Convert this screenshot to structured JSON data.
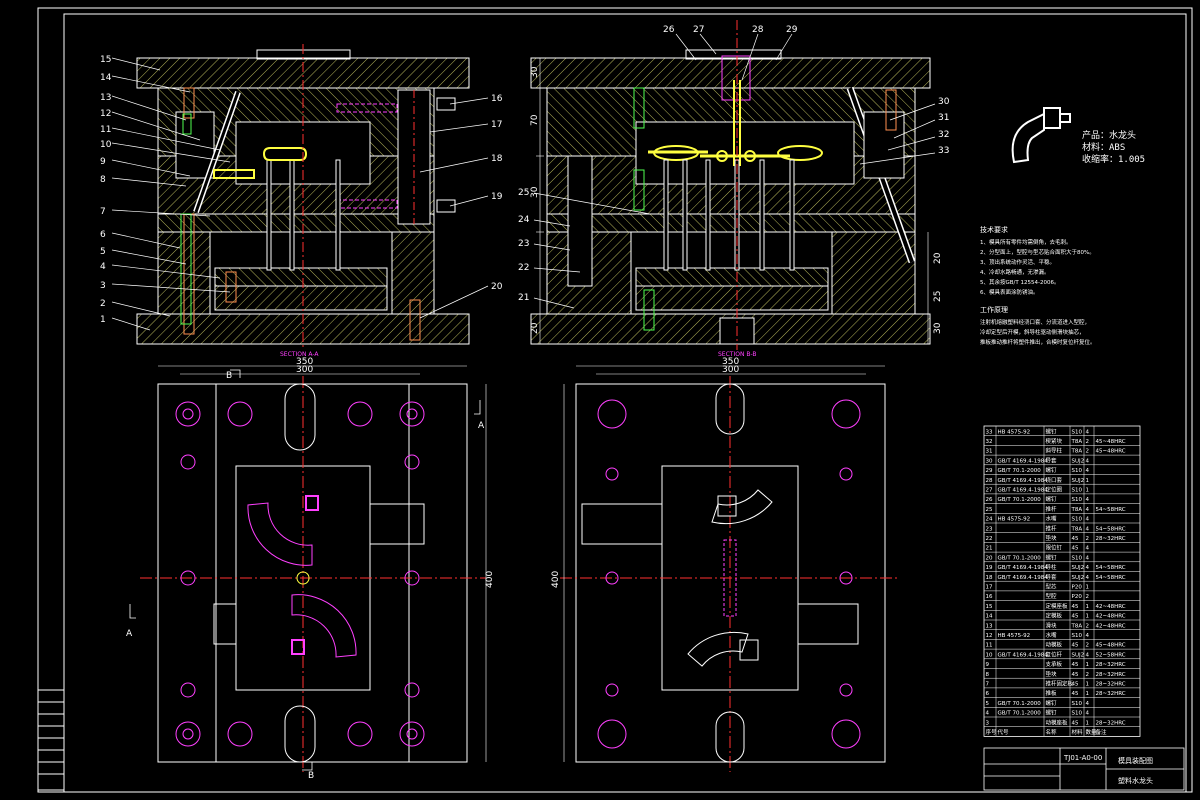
{
  "drawing": {
    "section_a_title": "SECTION A-A",
    "section_b_title": "SECTION B-B",
    "part_labels_left": [
      "15",
      "14",
      "13",
      "12",
      "11",
      "10",
      "9",
      "8",
      "7",
      "6",
      "5",
      "4",
      "3",
      "2",
      "1"
    ],
    "part_labels_mid": [
      "16",
      "17",
      "18",
      "19",
      "20"
    ],
    "part_labels_b_top": [
      "26",
      "27",
      "28",
      "29"
    ],
    "part_labels_b_right": [
      "30",
      "31",
      "32",
      "33"
    ],
    "part_labels_b_left": [
      "25",
      "24",
      "23",
      "22",
      "21"
    ],
    "dims_b_left": [
      "30",
      "70",
      "30",
      "20"
    ],
    "dims_b_right": [
      "20",
      "25",
      "30"
    ],
    "plan_dim_outer": "350",
    "plan_dim_inner": "300",
    "plan_dim_height": "400",
    "section_marks": [
      "A",
      "A",
      "B",
      "B"
    ],
    "product": {
      "name": "产品：水龙头",
      "material": "材料：ABS",
      "shrink": "收缩率：1.005"
    },
    "tech_title": "技术要求",
    "tech_lines": [
      "1、模具所有零件均需倒角，去毛刺。",
      "2、分型面上，型腔与型芯贴合面积大于80%。",
      "3、顶出系统动作灵活、平稳。",
      "4、冷却水路畅通，无渗漏。",
      "5、其余按GB/T 12554-2006。",
      "6、模具表面涂防锈油。"
    ],
    "work_title": "工作原理",
    "work_lines": [
      "注射机熔融塑料经浇口套、分流道进入型腔，",
      "冷却定型后开模，斜导柱驱动侧滑块抽芯，",
      "推板推动推杆将塑件推出，合模时复位杆复位。"
    ],
    "bom_rows": [
      [
        "33",
        "HB 4575-92",
        "螺钉",
        "S10",
        "4",
        ""
      ],
      [
        "32",
        "",
        "楔紧块",
        "T8A",
        "2",
        "45~48HRC"
      ],
      [
        "31",
        "",
        "斜导柱",
        "T8A",
        "2",
        "45~48HRC"
      ],
      [
        "30",
        "GB/T 4169.4-1984",
        "导套",
        "SUJ2",
        "4",
        ""
      ],
      [
        "29",
        "GB/T 70.1-2000",
        "螺钉",
        "S10",
        "4",
        ""
      ],
      [
        "28",
        "GB/T 4169.4-1984",
        "浇口套",
        "SUJ2",
        "1",
        ""
      ],
      [
        "27",
        "GB/T 4169.4-1984",
        "定位圈",
        "S10",
        "1",
        ""
      ],
      [
        "26",
        "GB/T 70.1-2000",
        "螺钉",
        "S10",
        "4",
        ""
      ],
      [
        "25",
        "",
        "推杆",
        "T8A",
        "4",
        "54~58HRC"
      ],
      [
        "24",
        "HB 4575-92",
        "水嘴",
        "S10",
        "4",
        ""
      ],
      [
        "23",
        "",
        "推杆",
        "T8A",
        "4",
        "54~58HRC"
      ],
      [
        "22",
        "",
        "垫块",
        "45",
        "2",
        "28~32HRC"
      ],
      [
        "21",
        "",
        "限位钉",
        "45",
        "4",
        ""
      ],
      [
        "20",
        "GB/T 70.1-2000",
        "螺钉",
        "S10",
        "4",
        ""
      ],
      [
        "19",
        "GB/T 4169.4-1984",
        "导柱",
        "SUJ2",
        "4",
        "54~58HRC"
      ],
      [
        "18",
        "GB/T 4169.4-1984",
        "导套",
        "SUJ2",
        "4",
        "54~58HRC"
      ],
      [
        "17",
        "",
        "型芯",
        "P20",
        "1",
        ""
      ],
      [
        "16",
        "",
        "型腔",
        "P20",
        "2",
        ""
      ],
      [
        "15",
        "",
        "定模座板",
        "45",
        "1",
        "42~48HRC"
      ],
      [
        "14",
        "",
        "定模板",
        "45",
        "1",
        "42~48HRC"
      ],
      [
        "13",
        "",
        "滑块",
        "T8A",
        "2",
        "42~48HRC"
      ],
      [
        "12",
        "HB 4575-92",
        "水嘴",
        "S10",
        "4",
        ""
      ],
      [
        "11",
        "",
        "动模板",
        "45",
        "2",
        "45~48HRC"
      ],
      [
        "10",
        "GB/T 4169.4-1984",
        "复位杆",
        "SUJ2",
        "4",
        "52~58HRC"
      ],
      [
        "9",
        "",
        "支承板",
        "45",
        "1",
        "28~32HRC"
      ],
      [
        "8",
        "",
        "垫块",
        "45",
        "2",
        "28~32HRC"
      ],
      [
        "7",
        "",
        "推杆固定板",
        "45",
        "1",
        "28~32HRC"
      ],
      [
        "6",
        "",
        "推板",
        "45",
        "1",
        "28~32HRC"
      ],
      [
        "5",
        "GB/T 70.1-2000",
        "螺钉",
        "S10",
        "4",
        ""
      ],
      [
        "4",
        "GB/T 70.1-2000",
        "螺钉",
        "S10",
        "4",
        ""
      ],
      [
        "3",
        "",
        "动模座板",
        "45",
        "1",
        "28~32HRC"
      ]
    ],
    "bom_header": [
      "序号",
      "代号",
      "名称",
      "材料",
      "数量",
      "备注"
    ],
    "title_block": {
      "drawing_name": "模具装配图",
      "product_name": "塑料水龙头",
      "code": "TJ01-A0-00"
    },
    "left_strip_cells": [
      "",
      "",
      "",
      "",
      "",
      "",
      "",
      ""
    ]
  },
  "colors": {
    "background": "#000000",
    "outline": "#ffffff",
    "hatch": "#c8c864",
    "centerline": "#ff3030",
    "hidden": "#ff40ff",
    "cooling": "#50ff50",
    "part": "#ffff40",
    "screw": "#ff9050"
  }
}
